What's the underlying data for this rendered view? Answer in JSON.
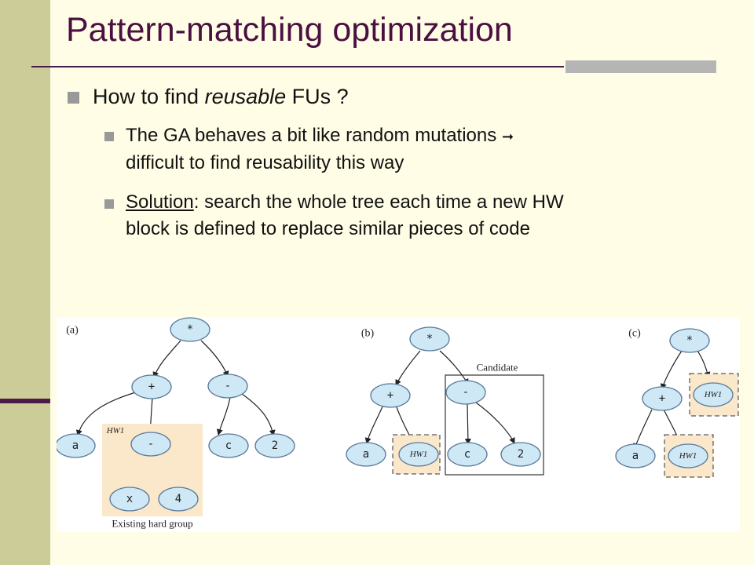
{
  "title": "Pattern-matching optimization",
  "bullet": {
    "prefix": "How to find ",
    "emph": "reusable",
    "suffix": " FUs ?"
  },
  "sub1": {
    "line1": "The GA behaves a bit like random mutations",
    "arrow": "➞",
    "line2": "difficult to find reusability this way"
  },
  "sub2": {
    "underline": "Solution",
    "rest1": ": search the whole tree each time a new HW",
    "line2": "block is defined to replace similar pieces of code"
  },
  "figure": {
    "a": {
      "label": "(a)",
      "root": "*",
      "plus": "+",
      "minus": "-",
      "a": "a",
      "minus2": "-",
      "c": "c",
      "two": "2",
      "x": "x",
      "four": "4",
      "hw": "HW1",
      "caption": "Existing hard group"
    },
    "b": {
      "label": "(b)",
      "root": "*",
      "plus": "+",
      "minus": "-",
      "a": "a",
      "hw": "HW1",
      "c": "c",
      "two": "2",
      "candidate": "Candidate"
    },
    "c": {
      "label": "(c)",
      "root": "*",
      "plus": "+",
      "hw_top": "HW1",
      "a": "a",
      "hw": "HW1"
    }
  },
  "colors": {
    "node_fill": "#cfe8f5",
    "node_stroke": "#5a7a9a",
    "group_fill": "#fbe7c9",
    "title": "#4a1040",
    "sidebar": "#cccc99"
  }
}
